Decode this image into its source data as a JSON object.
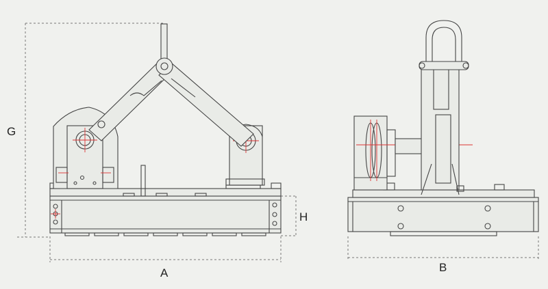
{
  "labels": {
    "height_total": "G",
    "height_body": "H",
    "length": "A",
    "width": "B"
  }
}
